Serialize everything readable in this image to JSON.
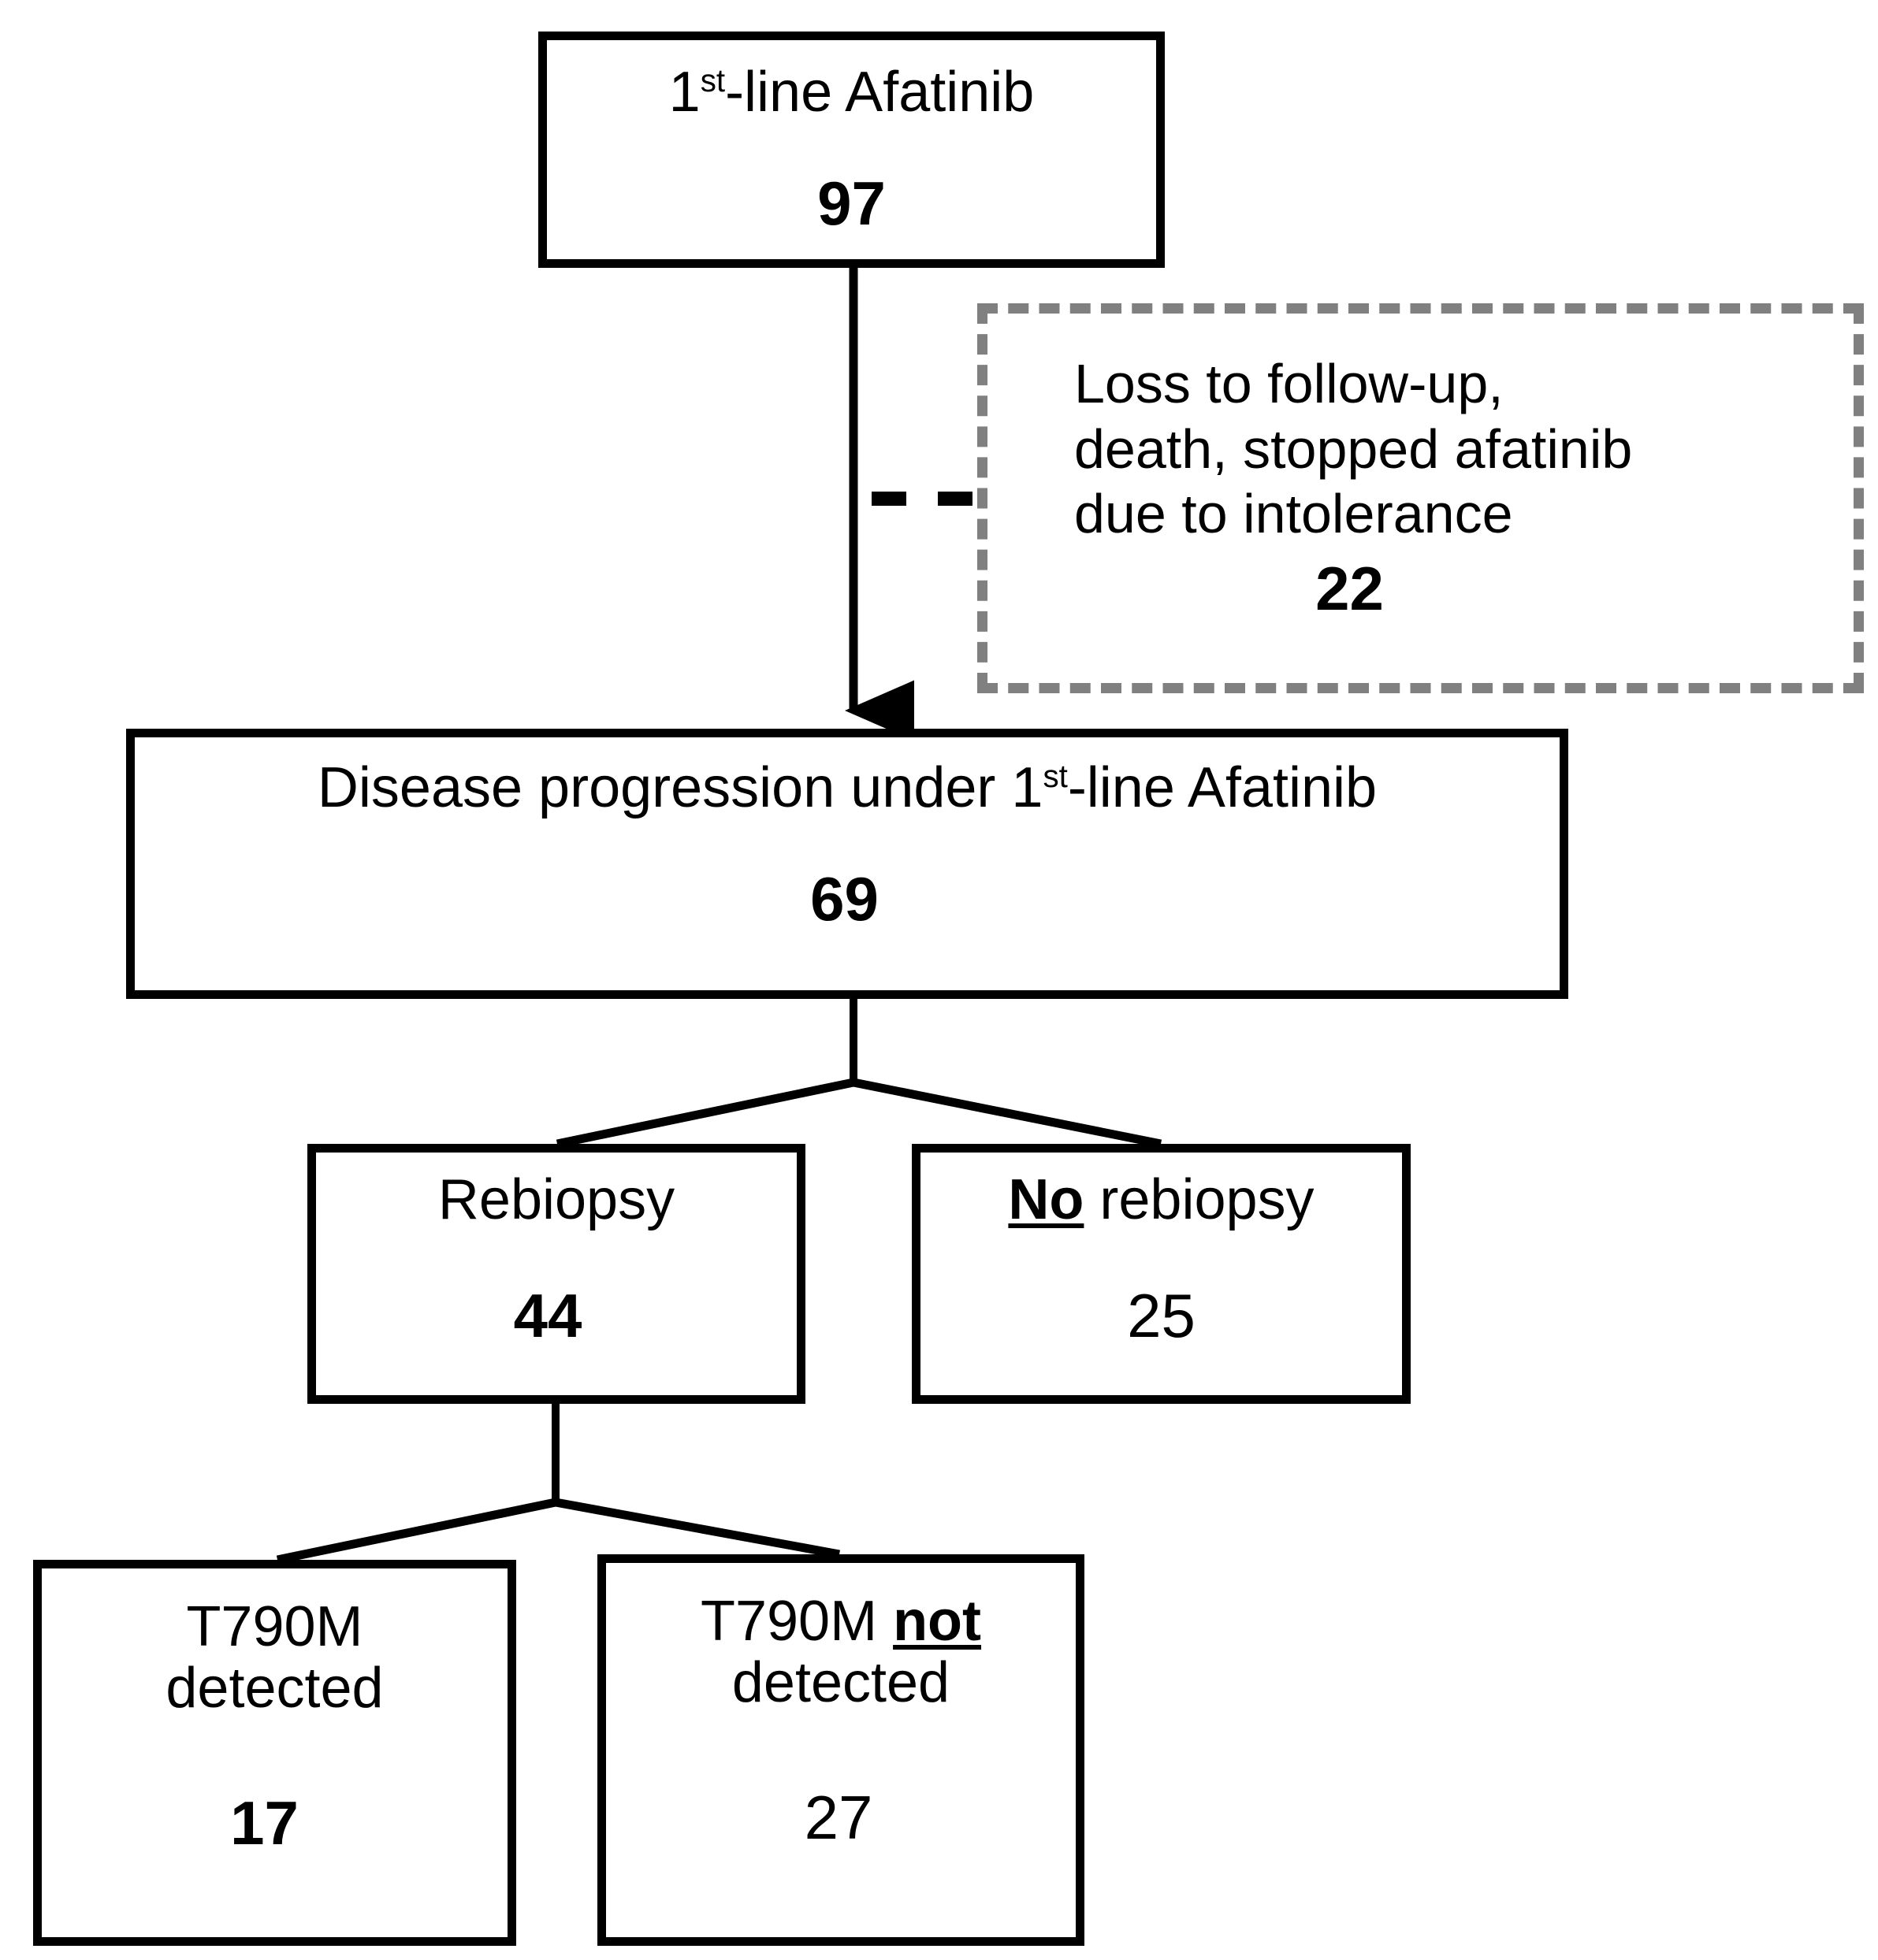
{
  "diagram": {
    "type": "patient-flow-chart",
    "colors": {
      "solid_border": "#000000",
      "dashed_border": "#808080",
      "text": "#000000",
      "background": "#ffffff"
    },
    "nodes": {
      "first_line": {
        "label_prefix": "1",
        "label_sup": "st",
        "label_suffix": "-line Afatinib",
        "count": "97",
        "count_weight": "bold",
        "border": "solid"
      },
      "loss": {
        "line1": "Loss to follow-up,",
        "line2": "death, stopped afatinib",
        "line3": "due to intolerance",
        "count": "22",
        "count_weight": "bold",
        "border": "dashed"
      },
      "progression": {
        "label_prefix": "Disease progression under 1",
        "label_sup": "st",
        "label_suffix": "-line Afatinib",
        "count": "69",
        "count_weight": "bold",
        "border": "solid"
      },
      "rebiopsy": {
        "label": "Rebiopsy",
        "count": "44",
        "count_weight": "bold",
        "border": "solid"
      },
      "no_rebiopsy": {
        "label_emphasis": "No",
        "label_rest": " rebiopsy",
        "count": "25",
        "count_weight": "regular",
        "border": "solid"
      },
      "t790m_detected": {
        "line1": "T790M",
        "line2": "detected",
        "count": "17",
        "count_weight": "bold",
        "border": "solid"
      },
      "t790m_not_detected": {
        "line1_prefix": "T790M ",
        "line1_emphasis": "not",
        "line2": "detected",
        "count": "27",
        "count_weight": "regular",
        "border": "solid"
      }
    }
  }
}
